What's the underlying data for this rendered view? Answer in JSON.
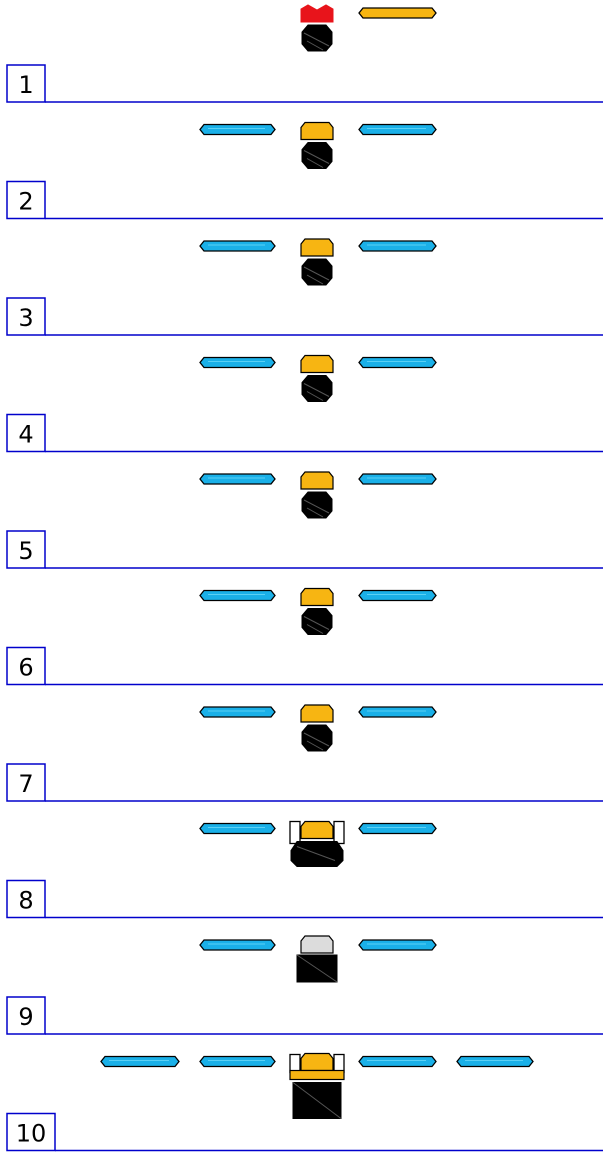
{
  "colors": {
    "background": "#ffffff",
    "separator_line": "#0000cc",
    "blue_bar": "#1ab0e8",
    "blue_bar_highlight": "#5ad0f5",
    "orange": "#f7b512",
    "red": "#e8141b",
    "black": "#000000",
    "light_gray": "#dcdcdc",
    "outline": "#000000"
  },
  "steps": [
    {
      "number": "1",
      "left_bars": 0,
      "right_bars": 1,
      "right_bar_color": "orange",
      "center": "red-head-round"
    },
    {
      "number": "2",
      "left_bars": 1,
      "right_bars": 1,
      "right_bar_color": "blue",
      "center": "orange-head-round"
    },
    {
      "number": "3",
      "left_bars": 1,
      "right_bars": 1,
      "right_bar_color": "blue",
      "center": "orange-head-round"
    },
    {
      "number": "4",
      "left_bars": 1,
      "right_bars": 1,
      "right_bar_color": "blue",
      "center": "orange-head-round"
    },
    {
      "number": "5",
      "left_bars": 1,
      "right_bars": 1,
      "right_bar_color": "blue",
      "center": "orange-head-round"
    },
    {
      "number": "6",
      "left_bars": 1,
      "right_bars": 1,
      "right_bar_color": "blue",
      "center": "orange-head-round"
    },
    {
      "number": "7",
      "left_bars": 1,
      "right_bars": 1,
      "right_bar_color": "blue",
      "center": "orange-head-round"
    },
    {
      "number": "8",
      "left_bars": 1,
      "right_bars": 1,
      "right_bar_color": "blue",
      "center": "orange-head-brackets-wide"
    },
    {
      "number": "9",
      "left_bars": 1,
      "right_bars": 1,
      "right_bar_color": "blue",
      "center": "gray-head-square"
    },
    {
      "number": "10",
      "left_bars": 2,
      "right_bars": 2,
      "right_bar_color": "blue",
      "center": "orange-head-brackets-square"
    }
  ]
}
